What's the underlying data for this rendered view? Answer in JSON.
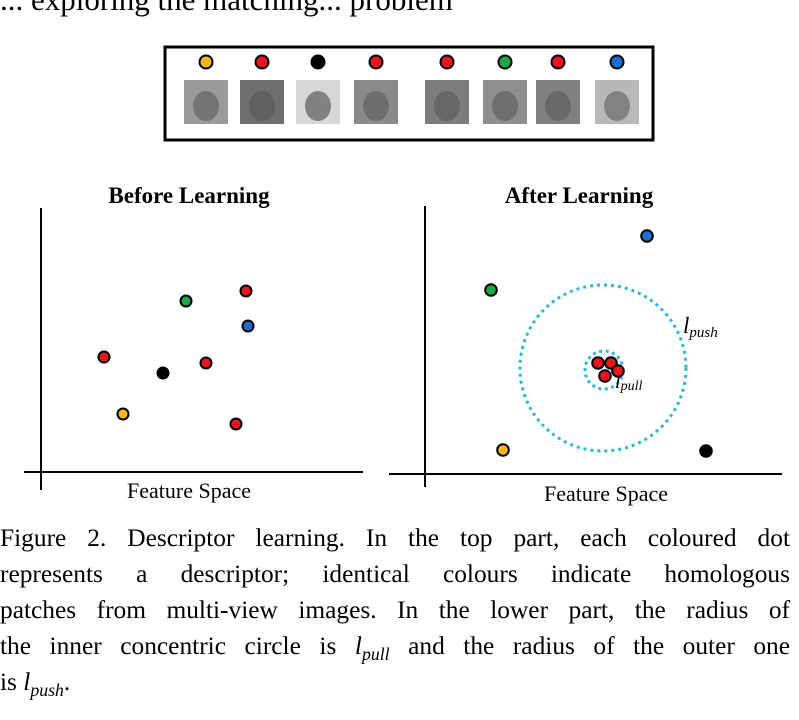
{
  "top_text": "... exploring the matching... problem",
  "patch_strip": {
    "dot_colors": [
      "#f5b71b",
      "#e8141e",
      "#000000",
      "#e8141e",
      "#e8141e",
      "#1ea64a",
      "#e8141e",
      "#1a6fd1"
    ]
  },
  "before": {
    "title": "Before Learning",
    "xlabel": "Feature Space"
  },
  "after": {
    "title": "After Learning",
    "xlabel": "Feature Space",
    "push_label_base": "l",
    "push_label_sub": "push",
    "pull_label_base": "l",
    "pull_label_sub": "pull"
  },
  "colors": {
    "red": "#e8141e",
    "green": "#1ea64a",
    "blue": "#1a6fd1",
    "yellow": "#f5b71b",
    "black": "#000000",
    "circle": "#29b6d9"
  },
  "caption": {
    "line1": "Figure 2. Descriptor learning. In the top part, each coloured dot",
    "line2": "represents a descriptor; identical colours indicate homologous",
    "line3": "patches from multi-view images. In the lower part, the radius of",
    "line4_a": "the inner concentric circle is ",
    "line4_l": "l",
    "line4_sub": "pull",
    "line4_b": " and the radius of the outer one",
    "line5_a": "is ",
    "line5_l": "l",
    "line5_sub": "push",
    "line5_b": "."
  }
}
